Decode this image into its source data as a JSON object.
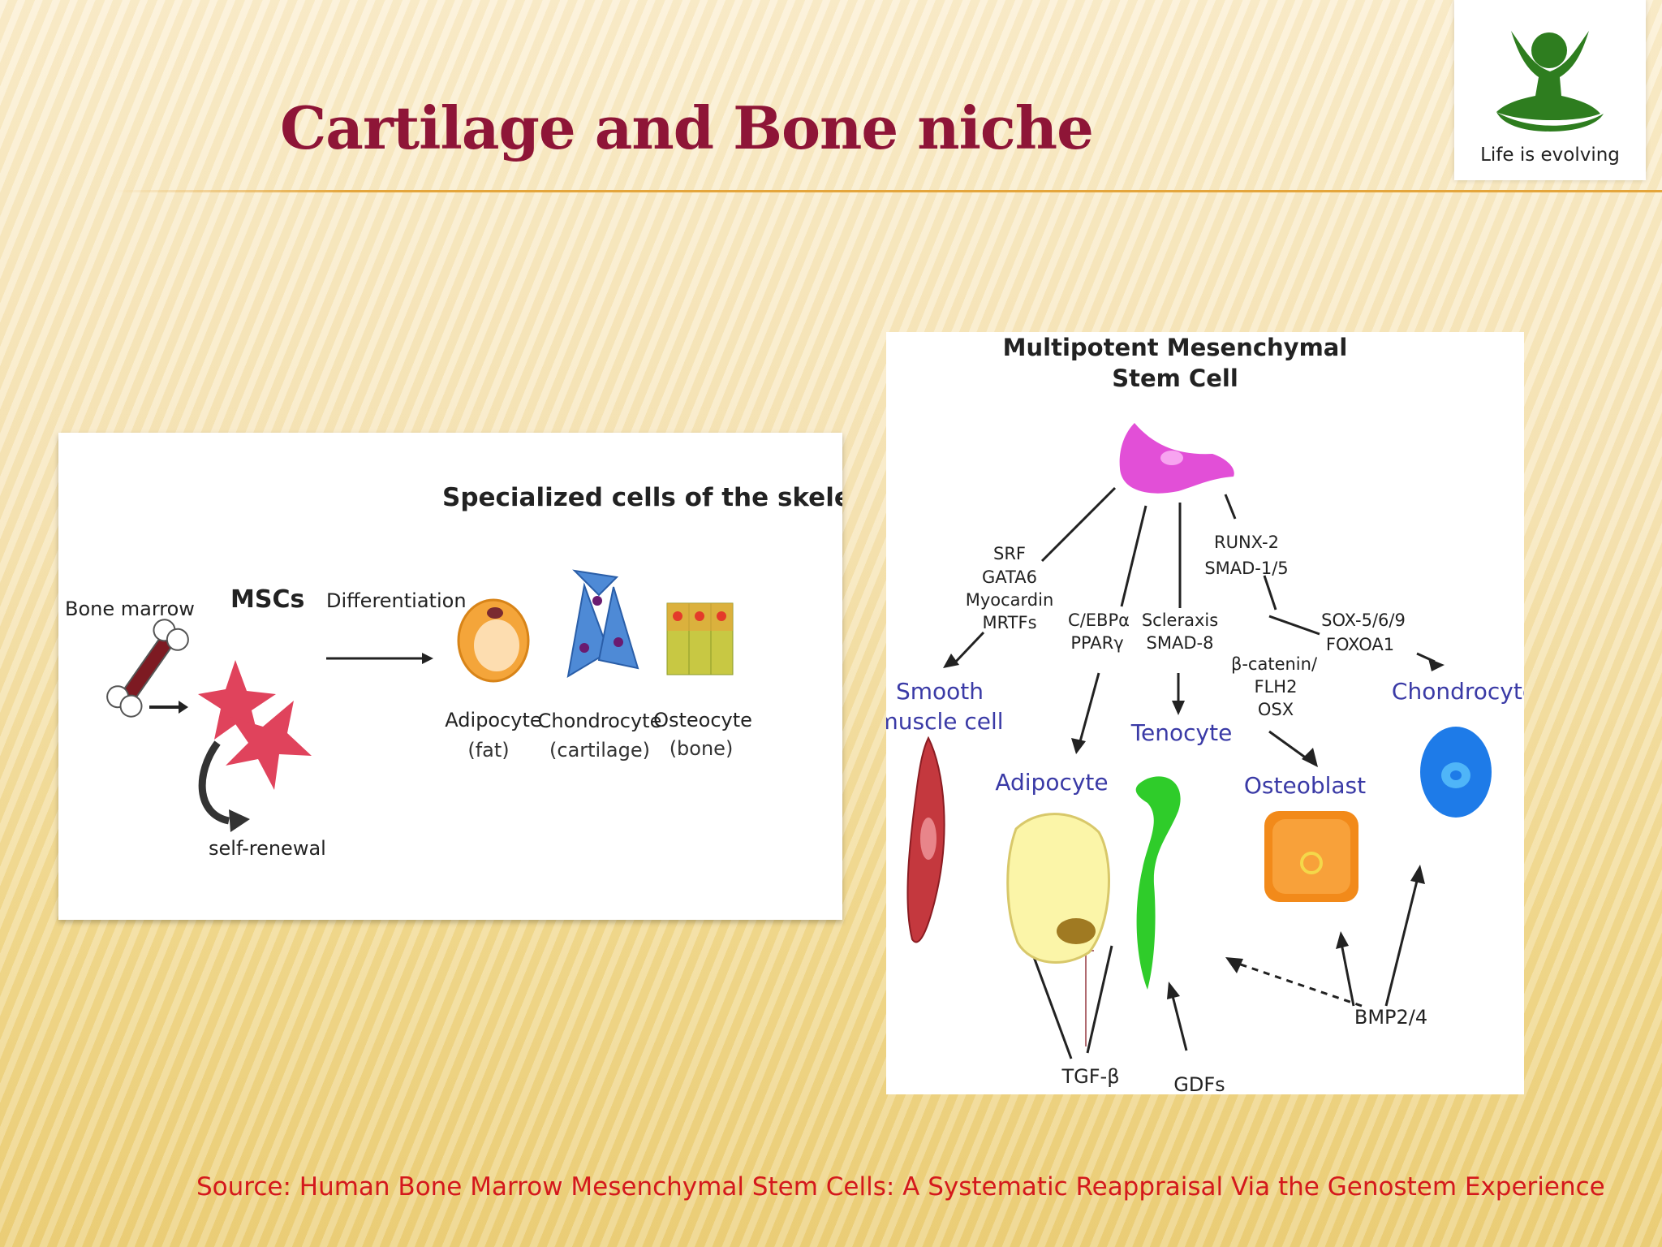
{
  "slide": {
    "title": "Cartilage and Bone niche",
    "source": "Source: Human Bone Marrow Mesenchymal Stem Cells: A Systematic Reappraisal Via the Genostem Experience"
  },
  "logo": {
    "tagline": "Life is evolving",
    "color": "#2e7d1f"
  },
  "left_figure": {
    "title": "Specialized cells of the skeletal tissues",
    "bone_marrow": "Bone marrow",
    "mscs": "MSCs",
    "differentiation": "Differentiation",
    "self_renewal": "self-renewal",
    "cells": [
      {
        "name": "Adipocyte",
        "tissue": "(fat)"
      },
      {
        "name": "Chondrocyte",
        "tissue": "(cartilage)"
      },
      {
        "name": "Osteocyte",
        "tissue": "(bone)"
      }
    ]
  },
  "right_figure": {
    "stem_cell": [
      "Multipotent Mesenchymal",
      "Stem Cell"
    ],
    "factors": {
      "smooth": [
        "SRF",
        "GATA6",
        "Myocardin",
        "MRTFs"
      ],
      "adipo": [
        "C/EBPα",
        "PPARγ"
      ],
      "teno": [
        "Scleraxis",
        "SMAD-8"
      ],
      "osteo_top": [
        "RUNX-2",
        "SMAD-1/5"
      ],
      "chondro": [
        "SOX-5/6/9",
        "FOXOA1"
      ],
      "osteo_low": [
        "β-catenin/",
        "FLH2",
        "OSX"
      ]
    },
    "cells": {
      "smooth": [
        "Smooth",
        "muscle cell"
      ],
      "adipocyte": "Adipocyte",
      "tenocyte": "Tenocyte",
      "osteoblast": "Osteoblast",
      "chondrocyte": "Chondrocyte"
    },
    "signals": {
      "tgf": "TGF-β",
      "gdfs": "GDFs",
      "bmp": "BMP2/4"
    }
  }
}
